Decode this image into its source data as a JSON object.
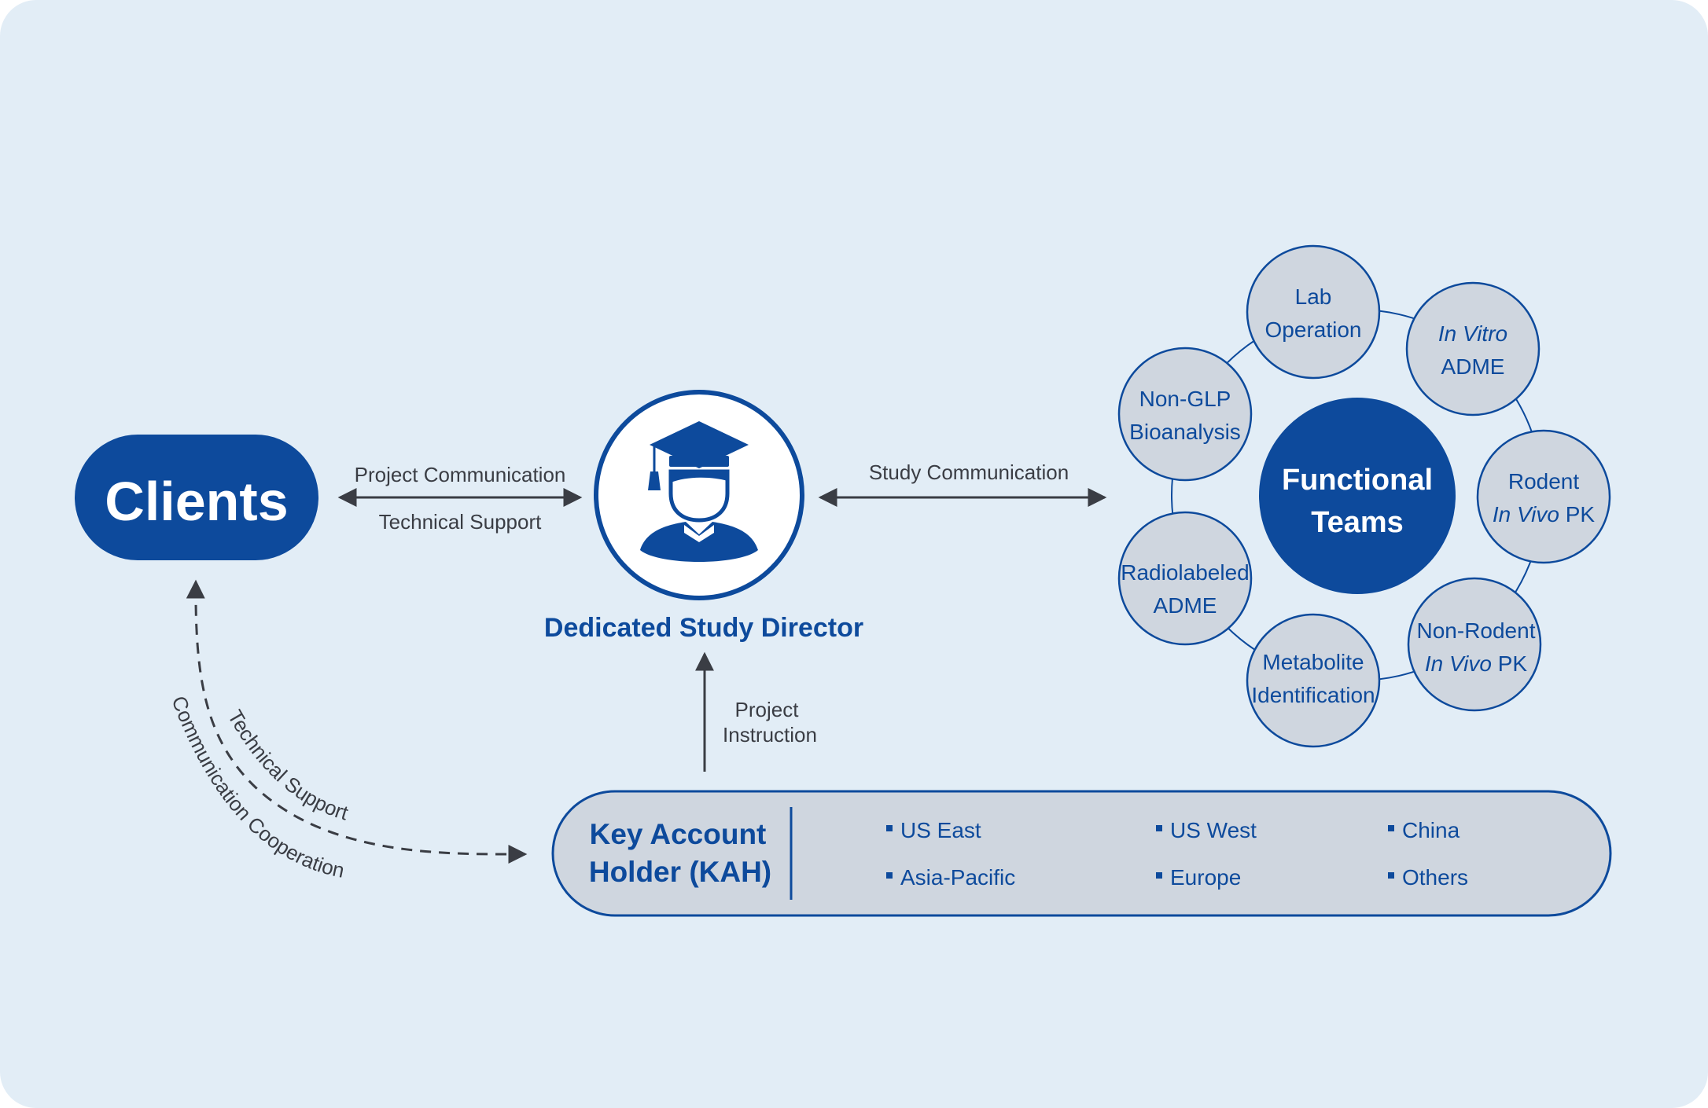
{
  "colors": {
    "background": "#e2edf6",
    "primary_blue": "#0d4a9c",
    "bubble_fill": "#cfd6df",
    "arrow": "#3a3d44",
    "text_dark": "#3a3d44"
  },
  "clients": {
    "label": "Clients"
  },
  "client_director_link": {
    "top_label": "Project Communication",
    "bottom_label": "Technical Support"
  },
  "director": {
    "label": "Dedicated Study Director",
    "icon": "graduate-icon"
  },
  "study_link": {
    "label": "Study Communication"
  },
  "functional_teams": {
    "center_line1": "Functional",
    "center_line2": "Teams",
    "teams": [
      {
        "line1": "Lab",
        "line2": "Operation"
      },
      {
        "line1": "In Vitro",
        "line2": "ADME"
      },
      {
        "line1": "Rodent",
        "line2_italic": "In Vivo",
        "line2_rest": " PK"
      },
      {
        "line1": "Non-Rodent",
        "line2_italic": "In Vivo",
        "line2_rest": " PK"
      },
      {
        "line1": "Metabolite",
        "line2": "Identification"
      },
      {
        "line1": "Radiolabeled",
        "line2": "ADME"
      },
      {
        "line1": "Non-GLP",
        "line2": "Bioanalysis"
      }
    ]
  },
  "kah_link": {
    "line1": "Project",
    "line2": "Instruction"
  },
  "curved_link": {
    "inner_label": "Technical Support",
    "outer_label": "Communication Cooperation"
  },
  "kah": {
    "line1": "Key Account",
    "line2": "Holder (KAH)",
    "regions": [
      "US East",
      "US West",
      "China",
      "Asia-Pacific",
      "Europe",
      "Others"
    ]
  }
}
